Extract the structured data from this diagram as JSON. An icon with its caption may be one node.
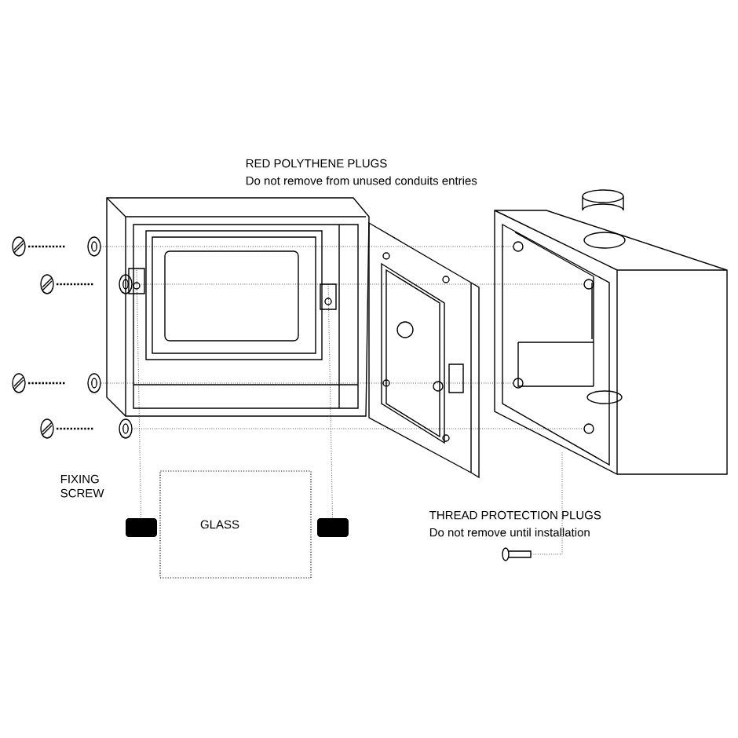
{
  "diagram": {
    "nodes": [
      {
        "text": [
          "GLASS"
        ]
      },
      {
        "text": [],
        "shape": "circle"
      },
      {
        "text": [],
        "shape": "circle"
      },
      {
        "text": [],
        "shape": "circle"
      },
      {
        "text": [],
        "shape": "circle"
      },
      {
        "text": [],
        "shape": "circle"
      },
      {
        "text": [],
        "shape": "circle"
      },
      {
        "text": [],
        "shape": "circle"
      },
      {
        "text": [],
        "shape": "circle"
      },
      {
        "text": [],
        "shape": "box"
      },
      {
        "text": [],
        "shape": "box"
      },
      {
        "text": [],
        "shape": "bar"
      },
      {
        "text": [],
        "shape": "bar"
      },
      {
        "text": [],
        "shape": "picture"
      }
    ],
    "edges": [
      {
        "from": 1,
        "to": 5,
        "arrow": "none",
        "style": "dashed"
      },
      {
        "from": 2,
        "to": 6,
        "arrow": "none",
        "style": "dashed"
      },
      {
        "from": 3,
        "to": 7,
        "arrow": "none",
        "style": "dashed"
      },
      {
        "from": 4,
        "to": 8,
        "arrow": "none",
        "style": "dashed"
      },
      {
        "from": 9,
        "to": 11,
        "arrow": "none",
        "style": "dashed"
      },
      {
        "from": 10,
        "to": 12,
        "arrow": "none",
        "style": "dashed"
      },
      {
        "from": 13,
        "to": null,
        "arrow": "none",
        "style": "dashed"
      }
    ],
    "labels": [
      "RED POLYTHENE PLUGS",
      "Do not remove from unused conduits entries",
      "FIXING SCREW",
      "THREAD PROTECTION PLUGS",
      "Do not remove until installation"
    ]
  }
}
